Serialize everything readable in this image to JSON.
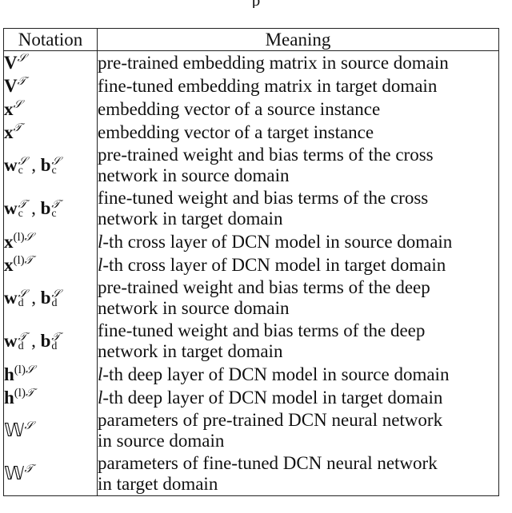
{
  "caption_fragment": "p",
  "headers": {
    "notation": "Notation",
    "meaning": "Meaning"
  },
  "rows": [
    {
      "meaning": "pre-trained embedding matrix in source domain"
    },
    {
      "meaning": "fine-tuned embedding matrix in target domain"
    },
    {
      "meaning": "embedding vector of a source instance"
    },
    {
      "meaning": "embedding vector of a target instance"
    },
    {
      "meaning_line1": "pre-trained weight and bias terms of the cross",
      "meaning_line2": "network in source domain"
    },
    {
      "meaning_line1": "fine-tuned weight and bias terms of the cross",
      "meaning_line2": "network in target domain"
    },
    {
      "meaning_rest": "-th cross layer of DCN model in source domain"
    },
    {
      "meaning_rest": "-th cross layer of DCN model in target domain"
    },
    {
      "meaning_line1": "pre-trained weight and bias terms of the deep",
      "meaning_line2": "network in source domain"
    },
    {
      "meaning_line1": "fine-tuned weight and bias terms of the deep",
      "meaning_line2": "network in target domain"
    },
    {
      "meaning_rest": "-th deep layer of DCN model in source domain"
    },
    {
      "meaning_rest": "-th deep layer of DCN model in target domain"
    },
    {
      "meaning_line1": "parameters of pre-trained DCN neural network",
      "meaning_line2": "in source domain"
    },
    {
      "meaning_line1": "parameters of fine-tuned DCN neural network",
      "meaning_line2": "in target domain"
    }
  ],
  "symbols": {
    "S": "𝒮",
    "T": "𝒯",
    "l": "l",
    "l_paren": "(l)",
    "c": "c",
    "d": "d",
    "V": "V",
    "x": "x",
    "w": "w",
    "b": "b",
    "h": "h",
    "W": "𝕎",
    "comma": ","
  }
}
